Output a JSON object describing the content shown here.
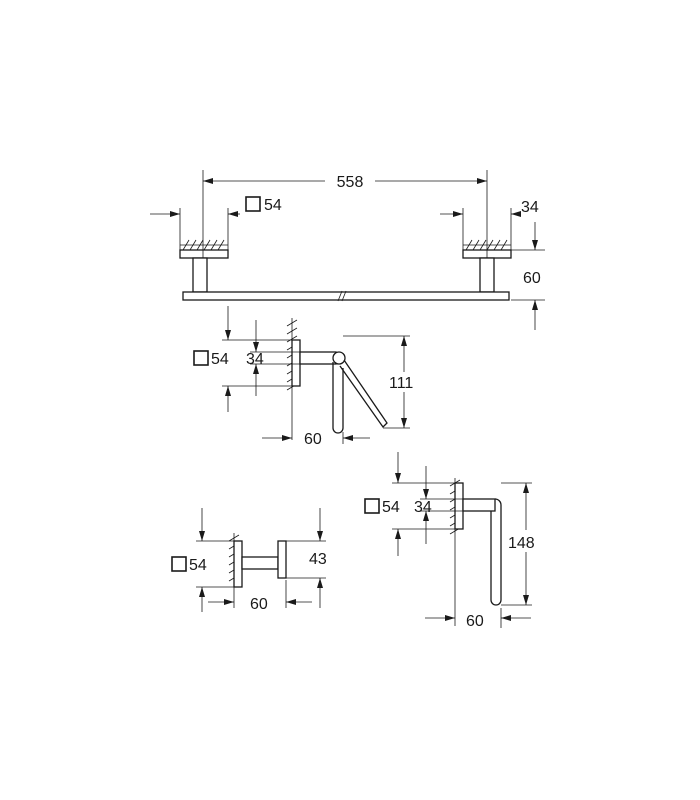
{
  "towel_bar": {
    "overall_length": "558",
    "rosette_size": "54",
    "rosette_depth": "34",
    "projection": "60"
  },
  "paper_holder": {
    "rosette_size": "54",
    "rosette_inner": "34",
    "height": "111",
    "projection": "60"
  },
  "robe_hook": {
    "rosette_size": "54",
    "hook_height": "43",
    "projection": "60"
  },
  "towel_ring": {
    "rosette_size": "54",
    "rosette_inner": "34",
    "height": "148",
    "projection": "60"
  }
}
